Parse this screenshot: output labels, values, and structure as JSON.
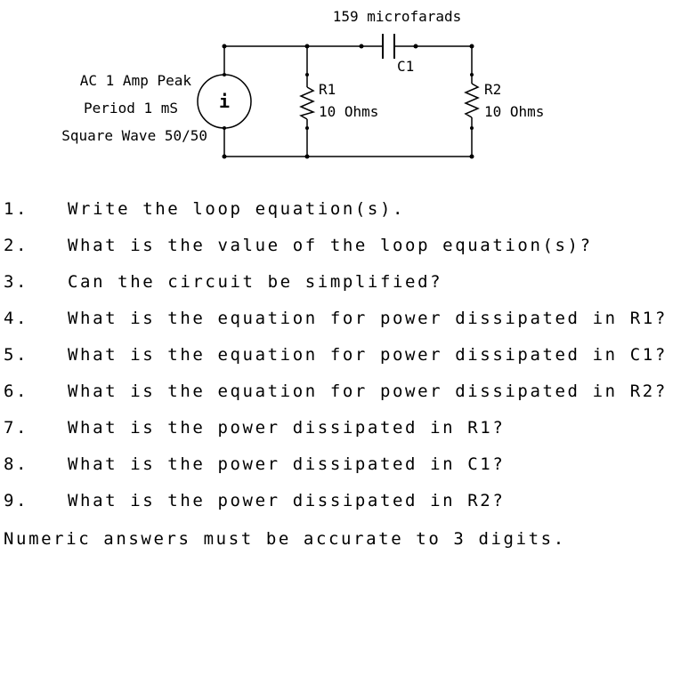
{
  "schematic": {
    "capacitor_value": "159 microfarads",
    "capacitor_name": "C1",
    "source_symbol": "i",
    "source_specs": [
      "AC 1 Amp Peak",
      "Period 1 mS",
      "Square Wave 50/50"
    ],
    "r1_name": "R1",
    "r1_value": "10 Ohms",
    "r2_name": "R2",
    "r2_value": "10 Ohms"
  },
  "questions": [
    {
      "num": "1.",
      "text": "Write the loop equation(s)."
    },
    {
      "num": "2.",
      "text": "What is the value of the loop equation(s)?"
    },
    {
      "num": "3.",
      "text": "Can the circuit be simplified?"
    },
    {
      "num": "4.",
      "text": "What is the equation for power dissipated in R1?"
    },
    {
      "num": "5.",
      "text": "What is the equation for power dissipated in C1?"
    },
    {
      "num": "6.",
      "text": "What is the equation for power dissipated in R2?"
    },
    {
      "num": "7.",
      "text": "What is the power dissipated in R1?"
    },
    {
      "num": "8.",
      "text": "What is the power dissipated in C1?"
    },
    {
      "num": "9.",
      "text": "What is the power dissipated in R2?"
    }
  ],
  "footer": "Numeric answers must be accurate to 3 digits."
}
